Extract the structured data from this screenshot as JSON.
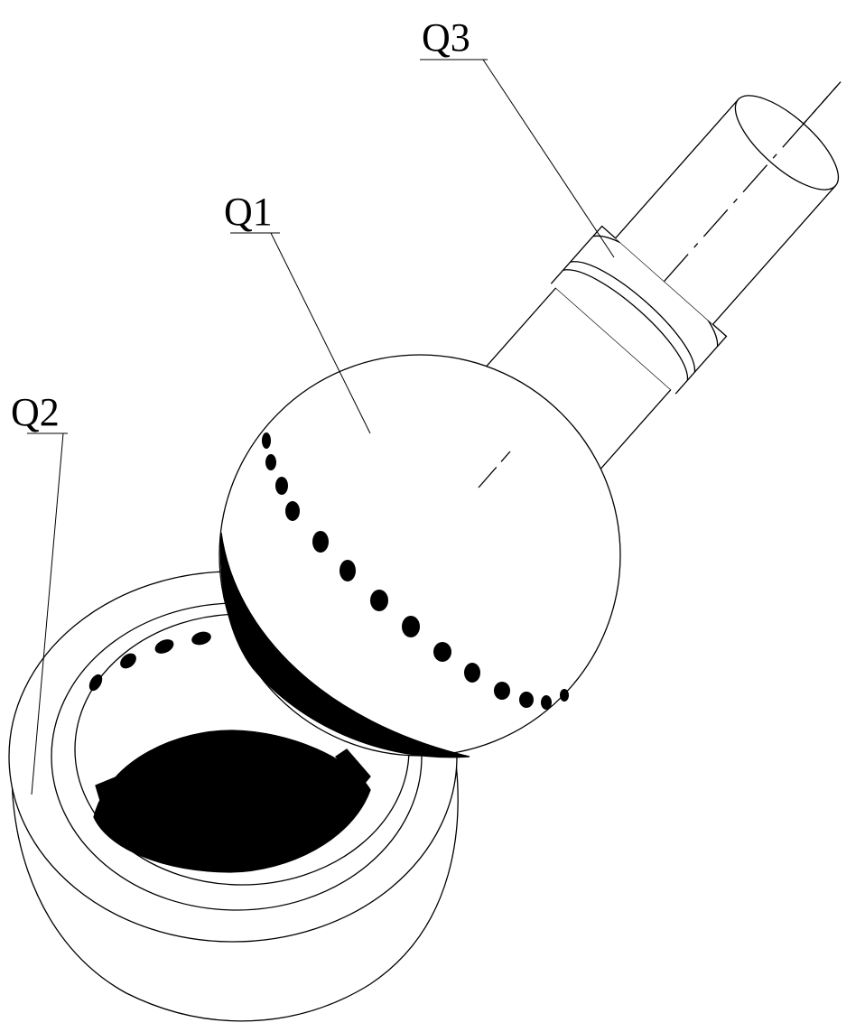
{
  "figure": {
    "labels": {
      "q1": "Q1",
      "q2": "Q2",
      "q3": "Q3"
    },
    "colors": {
      "ink": "#000000",
      "paper": "#ffffff"
    }
  }
}
